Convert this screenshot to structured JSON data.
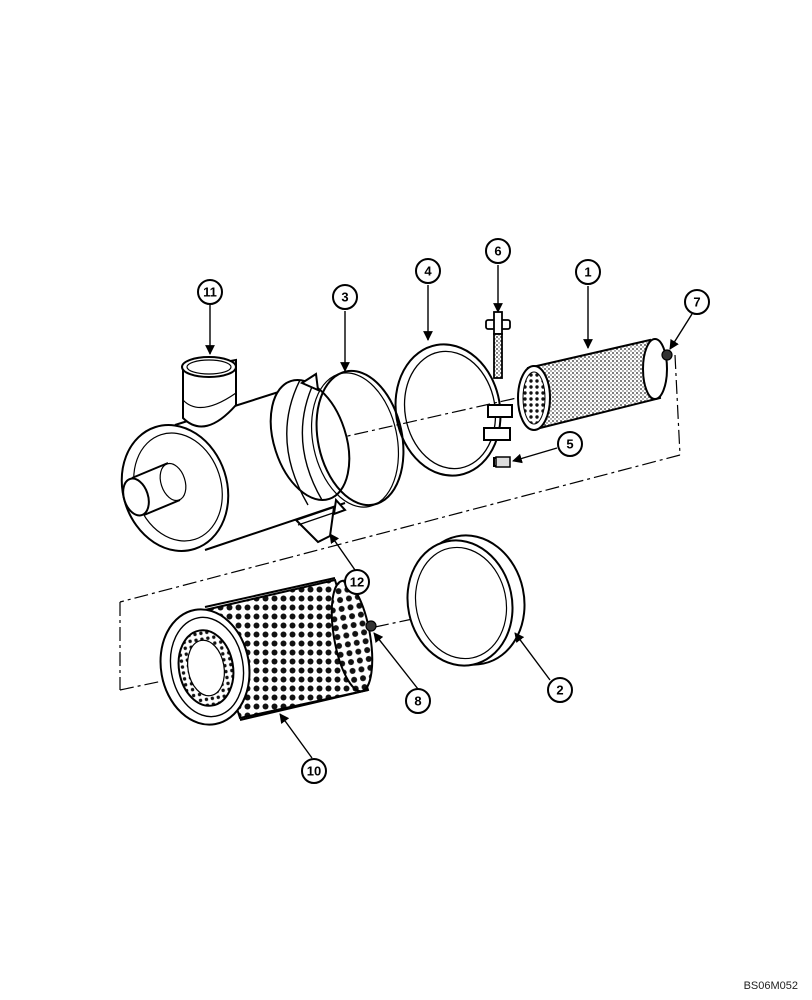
{
  "diagram": {
    "callouts": [
      {
        "id": "c1",
        "label": "1"
      },
      {
        "id": "c2",
        "label": "2"
      },
      {
        "id": "c3",
        "label": "3"
      },
      {
        "id": "c4",
        "label": "4"
      },
      {
        "id": "c5",
        "label": "5"
      },
      {
        "id": "c6",
        "label": "6"
      },
      {
        "id": "c7",
        "label": "7"
      },
      {
        "id": "c8",
        "label": "8"
      },
      {
        "id": "c10",
        "label": "10"
      },
      {
        "id": "c11",
        "label": "11"
      },
      {
        "id": "c12",
        "label": "12"
      }
    ],
    "reference_code": "BS06M052"
  }
}
